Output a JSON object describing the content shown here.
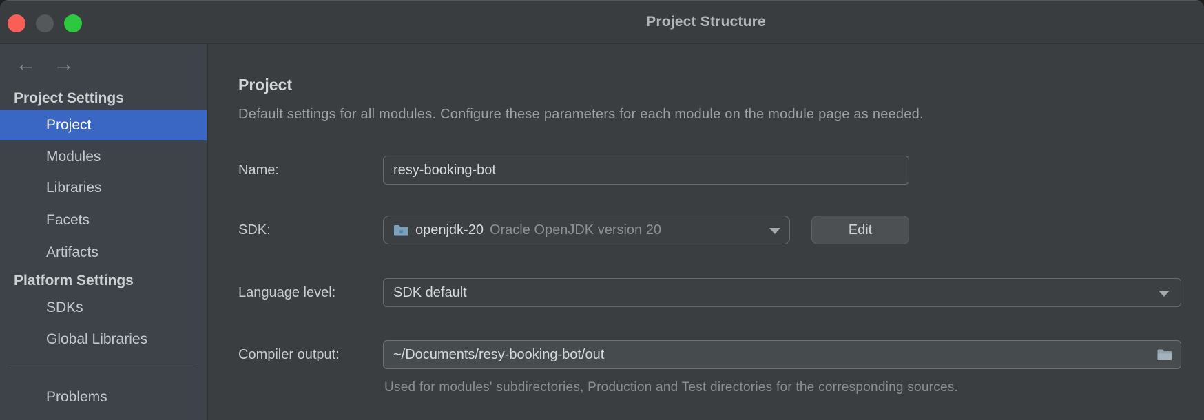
{
  "window": {
    "title": "Project Structure"
  },
  "titlebar_icons": {
    "back": "←",
    "forward": "→"
  },
  "sidebar": {
    "section1_header": "Project Settings",
    "items1": [
      "Project",
      "Modules",
      "Libraries",
      "Facets",
      "Artifacts"
    ],
    "section2_header": "Platform Settings",
    "items2": [
      "SDKs",
      "Global Libraries"
    ],
    "bottom_items": [
      "Problems"
    ],
    "selected_item": "Project"
  },
  "main": {
    "heading": "Project",
    "description": "Default settings for all modules. Configure these parameters for each module on the module page as needed.",
    "name": {
      "label": "Name:",
      "value": "resy-booking-bot"
    },
    "sdk": {
      "label": "SDK:",
      "value_primary": "openjdk-20",
      "value_secondary": "Oracle OpenJDK version 20",
      "edit_button": "Edit",
      "icon": "jdk-folder-icon"
    },
    "language_level": {
      "label": "Language level:",
      "value": "SDK default"
    },
    "compiler_output": {
      "label": "Compiler output:",
      "value": "~/Documents/resy-booking-bot/out",
      "icon": "folder-icon",
      "helper": "Used for modules' subdirectories, Production and Test directories for the corresponding sources."
    }
  },
  "colors": {
    "selection_blue": "#3a66c4",
    "titlebar_bg": "#3a3d3f",
    "sidebar_bg": "#3e434a",
    "main_bg": "#3a3e41",
    "traffic_close": "#f95f57",
    "traffic_minimize_disabled": "#54585b",
    "traffic_zoom": "#2bc840",
    "jdk_folder_icon": "#7fa0ba",
    "output_folder_icon": "#93a2ad"
  }
}
